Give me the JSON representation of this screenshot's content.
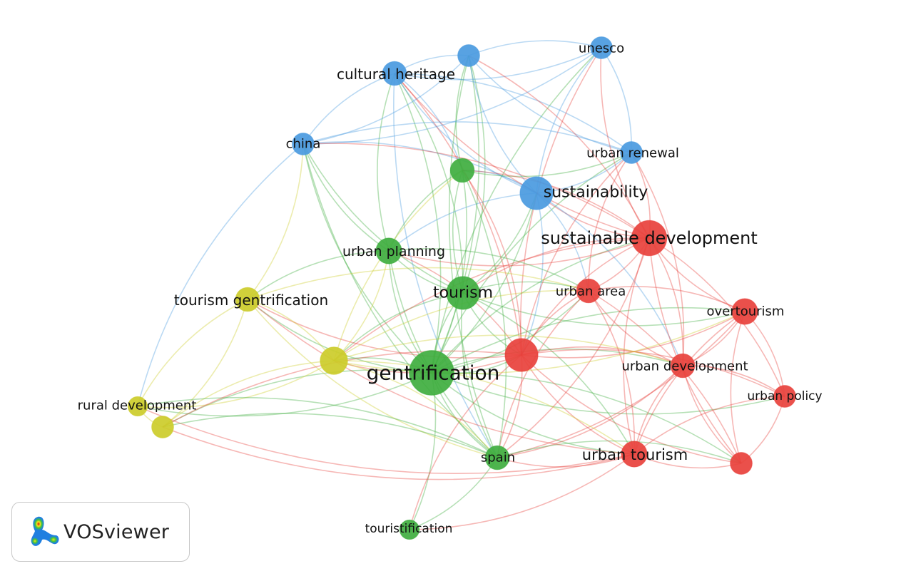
{
  "app": {
    "name": "VOSviewer"
  },
  "colors": {
    "cluster_red": "#e8413c",
    "cluster_green": "#3fae3f",
    "cluster_blue": "#4a9ae0",
    "cluster_yellow": "#cccc2a"
  },
  "network": {
    "nodes": [
      {
        "id": "sustainability",
        "label": "sustainability",
        "cluster": "blue",
        "weight": 10
      },
      {
        "id": "cultural_heritage",
        "label": "cultural heritage",
        "cluster": "blue",
        "weight": 4
      },
      {
        "id": "blue_unlabeled",
        "label": "",
        "cluster": "blue",
        "weight": 3
      },
      {
        "id": "unesco",
        "label": "unesco",
        "cluster": "blue",
        "weight": 3
      },
      {
        "id": "china",
        "label": "china",
        "cluster": "blue",
        "weight": 3
      },
      {
        "id": "urban_renewal",
        "label": "urban renewal",
        "cluster": "blue",
        "weight": 3
      },
      {
        "id": "sustainable_development",
        "label": "sustainable development",
        "cluster": "red",
        "weight": 12
      },
      {
        "id": "urban_area",
        "label": "urban area",
        "cluster": "red",
        "weight": 4
      },
      {
        "id": "overtourism",
        "label": "overtourism",
        "cluster": "red",
        "weight": 5
      },
      {
        "id": "red_center",
        "label": "",
        "cluster": "red",
        "weight": 10
      },
      {
        "id": "urban_development",
        "label": "urban development",
        "cluster": "red",
        "weight": 4
      },
      {
        "id": "urban_policy",
        "label": "urban policy",
        "cluster": "red",
        "weight": 3
      },
      {
        "id": "urban_tourism",
        "label": "urban tourism",
        "cluster": "red",
        "weight": 5
      },
      {
        "id": "red_lower",
        "label": "",
        "cluster": "red",
        "weight": 3
      },
      {
        "id": "gentrification",
        "label": "gentrification",
        "cluster": "green",
        "weight": 22
      },
      {
        "id": "tourism",
        "label": "tourism",
        "cluster": "green",
        "weight": 10
      },
      {
        "id": "urban_planning",
        "label": "urban planning",
        "cluster": "green",
        "weight": 5
      },
      {
        "id": "green_upper",
        "label": "",
        "cluster": "green",
        "weight": 4
      },
      {
        "id": "spain",
        "label": "spain",
        "cluster": "green",
        "weight": 4
      },
      {
        "id": "touristification",
        "label": "touristification",
        "cluster": "green",
        "weight": 2
      },
      {
        "id": "tourism_gentrification",
        "label": "tourism gentrification",
        "cluster": "yellow",
        "weight": 4
      },
      {
        "id": "yellow_center",
        "label": "",
        "cluster": "yellow",
        "weight": 6
      },
      {
        "id": "rural_development",
        "label": "rural development",
        "cluster": "yellow",
        "weight": 2
      },
      {
        "id": "yellow_lower",
        "label": "",
        "cluster": "yellow",
        "weight": 3
      }
    ],
    "links": [
      [
        "gentrification",
        "tourism"
      ],
      [
        "gentrification",
        "sustainability"
      ],
      [
        "gentrification",
        "sustainable_development"
      ],
      [
        "gentrification",
        "red_center"
      ],
      [
        "gentrification",
        "urban_planning"
      ],
      [
        "gentrification",
        "spain"
      ],
      [
        "gentrification",
        "touristification"
      ],
      [
        "gentrification",
        "yellow_center"
      ],
      [
        "gentrification",
        "tourism_gentrification"
      ],
      [
        "gentrification",
        "urban_tourism"
      ],
      [
        "gentrification",
        "overtourism"
      ],
      [
        "gentrification",
        "urban_area"
      ],
      [
        "gentrification",
        "urban_development"
      ],
      [
        "gentrification",
        "cultural_heritage"
      ],
      [
        "gentrification",
        "china"
      ],
      [
        "gentrification",
        "green_upper"
      ],
      [
        "gentrification",
        "rural_development"
      ],
      [
        "gentrification",
        "yellow_lower"
      ],
      [
        "gentrification",
        "urban_renewal"
      ],
      [
        "gentrification",
        "urban_policy"
      ],
      [
        "gentrification",
        "red_lower"
      ],
      [
        "gentrification",
        "blue_unlabeled"
      ],
      [
        "gentrification",
        "unesco"
      ],
      [
        "tourism",
        "sustainability"
      ],
      [
        "tourism",
        "sustainable_development"
      ],
      [
        "tourism",
        "red_center"
      ],
      [
        "tourism",
        "urban_planning"
      ],
      [
        "tourism",
        "cultural_heritage"
      ],
      [
        "tourism",
        "green_upper"
      ],
      [
        "tourism",
        "spain"
      ],
      [
        "tourism",
        "urban_area"
      ],
      [
        "tourism",
        "yellow_center"
      ],
      [
        "tourism",
        "china"
      ],
      [
        "tourism",
        "blue_unlabeled"
      ],
      [
        "tourism",
        "urban_tourism"
      ],
      [
        "tourism",
        "overtourism"
      ],
      [
        "sustainability",
        "cultural_heritage"
      ],
      [
        "sustainability",
        "china"
      ],
      [
        "sustainability",
        "unesco"
      ],
      [
        "sustainability",
        "urban_renewal"
      ],
      [
        "sustainability",
        "blue_unlabeled"
      ],
      [
        "sustainability",
        "sustainable_development"
      ],
      [
        "sustainability",
        "red_center"
      ],
      [
        "sustainability",
        "urban_planning"
      ],
      [
        "sustainability",
        "urban_area"
      ],
      [
        "sustainability",
        "green_upper"
      ],
      [
        "sustainability",
        "urban_development"
      ],
      [
        "cultural_heritage",
        "china"
      ],
      [
        "cultural_heritage",
        "blue_unlabeled"
      ],
      [
        "cultural_heritage",
        "unesco"
      ],
      [
        "cultural_heritage",
        "urban_renewal"
      ],
      [
        "cultural_heritage",
        "urban_planning"
      ],
      [
        "cultural_heritage",
        "green_upper"
      ],
      [
        "cultural_heritage",
        "sustainable_development"
      ],
      [
        "cultural_heritage",
        "red_center"
      ],
      [
        "cultural_heritage",
        "spain"
      ],
      [
        "blue_unlabeled",
        "unesco"
      ],
      [
        "blue_unlabeled",
        "urban_renewal"
      ],
      [
        "blue_unlabeled",
        "china"
      ],
      [
        "blue_unlabeled",
        "green_upper"
      ],
      [
        "blue_unlabeled",
        "sustainable_development"
      ],
      [
        "blue_unlabeled",
        "spain"
      ],
      [
        "unesco",
        "urban_renewal"
      ],
      [
        "unesco",
        "sustainable_development"
      ],
      [
        "unesco",
        "china"
      ],
      [
        "unesco",
        "red_center"
      ],
      [
        "china",
        "urban_renewal"
      ],
      [
        "china",
        "urban_planning"
      ],
      [
        "china",
        "tourism_gentrification"
      ],
      [
        "china",
        "spain"
      ],
      [
        "china",
        "sustainable_development"
      ],
      [
        "china",
        "rural_development"
      ],
      [
        "urban_renewal",
        "sustainable_development"
      ],
      [
        "urban_renewal",
        "red_center"
      ],
      [
        "urban_renewal",
        "green_upper"
      ],
      [
        "urban_renewal",
        "urban_area"
      ],
      [
        "urban_renewal",
        "urban_development"
      ],
      [
        "sustainable_development",
        "red_center"
      ],
      [
        "sustainable_development",
        "urban_area"
      ],
      [
        "sustainable_development",
        "overtourism"
      ],
      [
        "sustainable_development",
        "urban_development"
      ],
      [
        "sustainable_development",
        "urban_tourism"
      ],
      [
        "sustainable_development",
        "urban_policy"
      ],
      [
        "sustainable_development",
        "red_lower"
      ],
      [
        "sustainable_development",
        "urban_planning"
      ],
      [
        "sustainable_development",
        "green_upper"
      ],
      [
        "sustainable_development",
        "spain"
      ],
      [
        "sustainable_development",
        "yellow_center"
      ],
      [
        "red_center",
        "urban_area"
      ],
      [
        "red_center",
        "overtourism"
      ],
      [
        "red_center",
        "urban_development"
      ],
      [
        "red_center",
        "urban_tourism"
      ],
      [
        "red_center",
        "urban_policy"
      ],
      [
        "red_center",
        "red_lower"
      ],
      [
        "red_center",
        "spain"
      ],
      [
        "red_center",
        "urban_planning"
      ],
      [
        "red_center",
        "yellow_center"
      ],
      [
        "red_center",
        "green_upper"
      ],
      [
        "red_center",
        "tourism_gentrification"
      ],
      [
        "red_center",
        "touristification"
      ],
      [
        "urban_area",
        "overtourism"
      ],
      [
        "urban_area",
        "urban_development"
      ],
      [
        "urban_area",
        "urban_tourism"
      ],
      [
        "urban_area",
        "urban_planning"
      ],
      [
        "urban_area",
        "red_lower"
      ],
      [
        "urban_area",
        "spain"
      ],
      [
        "overtourism",
        "urban_development"
      ],
      [
        "overtourism",
        "urban_tourism"
      ],
      [
        "overtourism",
        "urban_policy"
      ],
      [
        "overtourism",
        "red_lower"
      ],
      [
        "overtourism",
        "spain"
      ],
      [
        "urban_development",
        "urban_tourism"
      ],
      [
        "urban_development",
        "urban_policy"
      ],
      [
        "urban_development",
        "red_lower"
      ],
      [
        "urban_development",
        "spain"
      ],
      [
        "urban_policy",
        "urban_tourism"
      ],
      [
        "urban_policy",
        "red_lower"
      ],
      [
        "urban_tourism",
        "red_lower"
      ],
      [
        "urban_tourism",
        "spain"
      ],
      [
        "urban_tourism",
        "yellow_center"
      ],
      [
        "urban_tourism",
        "touristification"
      ],
      [
        "red_lower",
        "spain"
      ],
      [
        "urban_planning",
        "green_upper"
      ],
      [
        "urban_planning",
        "spain"
      ],
      [
        "urban_planning",
        "yellow_center"
      ],
      [
        "urban_planning",
        "tourism_gentrification"
      ],
      [
        "green_upper",
        "spain"
      ],
      [
        "green_upper",
        "yellow_center"
      ],
      [
        "spain",
        "touristification"
      ],
      [
        "spain",
        "yellow_center"
      ],
      [
        "tourism_gentrification",
        "yellow_center"
      ],
      [
        "tourism_gentrification",
        "rural_development"
      ],
      [
        "tourism_gentrification",
        "yellow_lower"
      ],
      [
        "tourism_gentrification",
        "urban_tourism"
      ],
      [
        "tourism_gentrification",
        "urban_area"
      ],
      [
        "tourism_gentrification",
        "spain"
      ],
      [
        "yellow_center",
        "rural_development"
      ],
      [
        "yellow_center",
        "yellow_lower"
      ],
      [
        "yellow_center",
        "urban_area"
      ],
      [
        "yellow_center",
        "overtourism"
      ],
      [
        "yellow_center",
        "urban_development"
      ],
      [
        "rural_development",
        "yellow_lower"
      ],
      [
        "rural_development",
        "spain"
      ],
      [
        "rural_development",
        "urban_tourism"
      ],
      [
        "yellow_lower",
        "spain"
      ],
      [
        "yellow_lower",
        "urban_tourism"
      ],
      [
        "yellow_lower",
        "red_center"
      ]
    ]
  }
}
